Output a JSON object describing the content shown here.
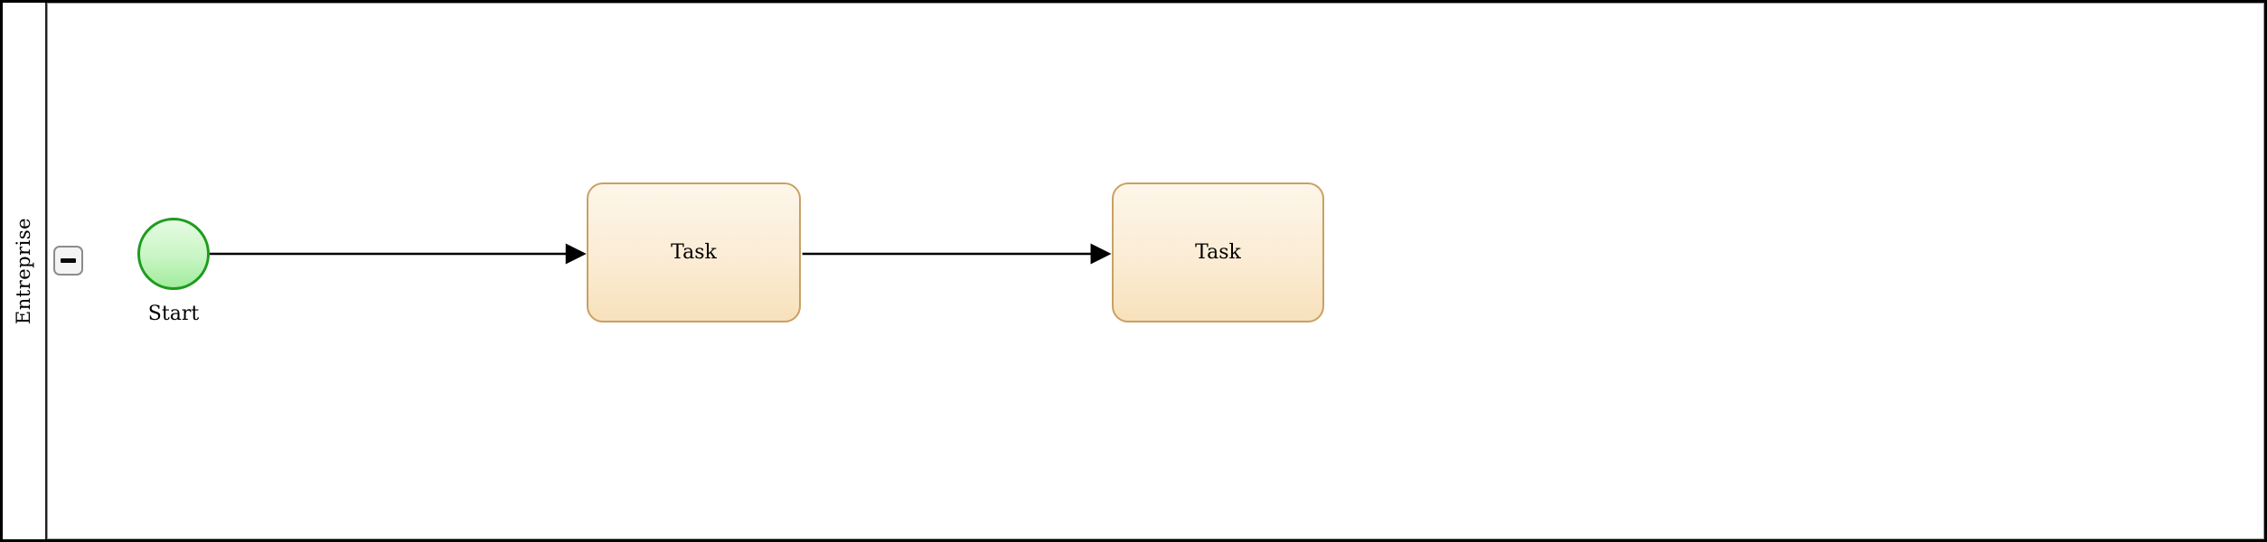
{
  "diagram": {
    "type": "bpmn-process",
    "pool": {
      "lane_label": "Entreprise",
      "collapse_button": {
        "icon": "minus",
        "glyph": "−"
      }
    },
    "nodes": [
      {
        "id": "start",
        "kind": "start-event",
        "label": "Start"
      },
      {
        "id": "task-1",
        "kind": "task",
        "label": "Task"
      },
      {
        "id": "task-2",
        "kind": "task",
        "label": "Task"
      }
    ],
    "edges": [
      {
        "from": "start",
        "to": "task-1"
      },
      {
        "from": "task-1",
        "to": "task-2"
      }
    ],
    "colors": {
      "start_stroke": "#1e9c1e",
      "start_fill_top": "#e5fbe3",
      "start_fill_bottom": "#a2ec9d",
      "task_stroke": "#c9a063",
      "task_fill_top": "#fdf6e9",
      "task_fill_bottom": "#f8e1bc",
      "edge_color": "#000000",
      "pool_border": "#000000",
      "lane_divider": "#1f1f1f",
      "lane_inner_border": "#9b9b9b",
      "button_fill": "#f4f4f4",
      "button_border": "#8c8c8c"
    }
  }
}
